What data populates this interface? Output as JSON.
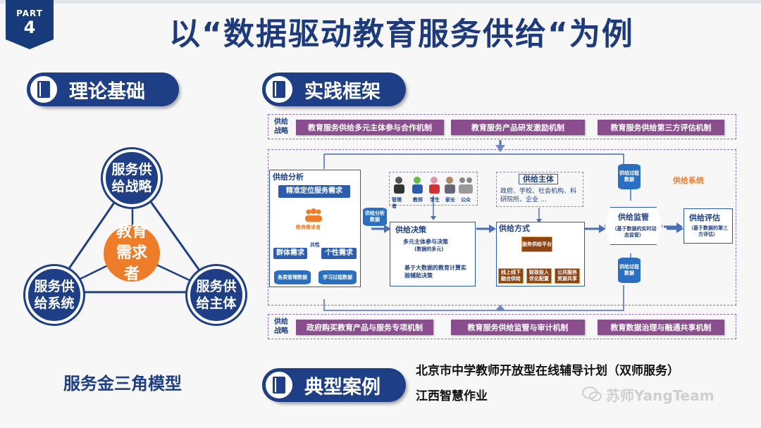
{
  "header": {
    "part_label": "PART",
    "part_number": "4",
    "title": "以“数据驱动教育服务供给“为例"
  },
  "sections": {
    "theory": "理论基础",
    "practice": "实践框架",
    "cases": "典型案例"
  },
  "triangle": {
    "center": "教育需求者",
    "top": "服务供给战略",
    "left": "服务供给系统",
    "right": "服务供给主体",
    "caption": "服务金三角模型"
  },
  "framework": {
    "strategy_label": "供给战略",
    "top_mechanisms": [
      "教育服务供给多元主体参与合作机制",
      "教育服务产品研发激励机制",
      "教育服务供给第三方评估机制"
    ],
    "bottom_mechanisms": [
      "政府购买教育产品与服务专项机制",
      "教育服务供给监管与审计机制",
      "教育数据治理与融通共享机制"
    ],
    "analysis": {
      "title": "供给分析",
      "precise": "精准定位服务需求",
      "demander": "教育需求者",
      "group": "群体需求",
      "individual": "个性需求",
      "link_tag": "共性",
      "db1": "各类管理数据",
      "db2": "学习过程数据"
    },
    "analysis_data": "供给分析数据",
    "actors": [
      "管理者",
      "教师",
      "学生",
      "家长",
      "公众"
    ],
    "decision": {
      "title": "供给决策",
      "item1": "多元主体参与决策",
      "item1_sub": "(数据的多元)",
      "item2": "基于大数据的教育计算实验辅助决策"
    },
    "subject": {
      "title": "供给主体",
      "desc": "政府、学校、社会机构、科研院所、企业 …"
    },
    "method": {
      "title": "供给方式",
      "platform": "服务供给平台",
      "m1": "线上线下融合供给",
      "m2": "财政投入优化配置",
      "m3": "公共服务资源共享"
    },
    "process_data_top": "供给过程数据",
    "process_data_bottom": "供给过程数据",
    "system_label": "供给系统",
    "monitor": {
      "title": "供给监管",
      "desc": "（基于数据的实时动态监管）"
    },
    "evaluate": {
      "title": "供给评估",
      "desc": "（基于数据的第三方评估）"
    },
    "colors": {
      "navy": "#1e3f85",
      "orange": "#ee7d2a",
      "purple": "#8a4e8f"
    }
  },
  "cases": {
    "case1": "北京市中学教师开放型在线辅导计划（双师服务）",
    "case2": "江西智慧作业"
  },
  "watermark": "苏师YangTeam"
}
